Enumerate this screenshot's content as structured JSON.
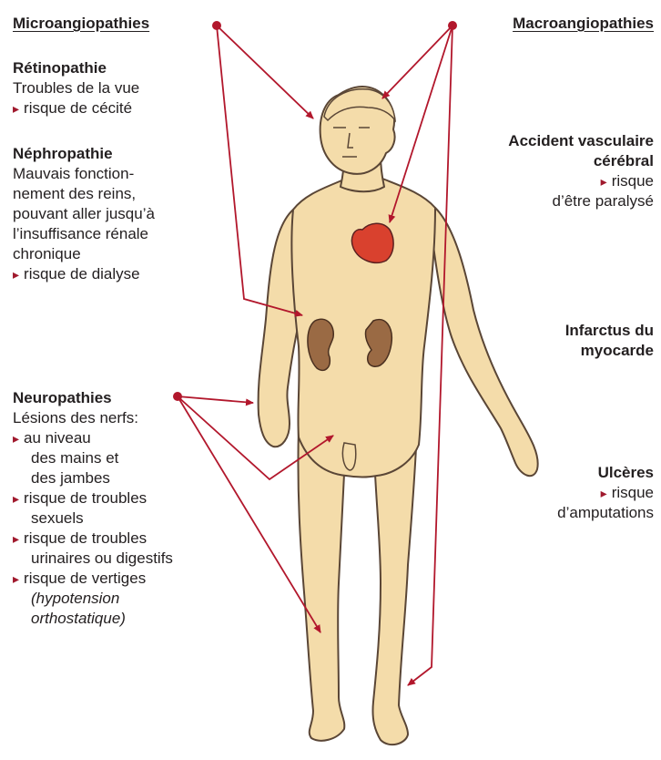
{
  "headings": {
    "micro": "Microangiopathies",
    "macro": "Macroangiopathies"
  },
  "retinopathie": {
    "title": "Rétinopathie",
    "lines": [
      "Troubles de la vue",
      "risque de cécité"
    ]
  },
  "nephropathie": {
    "title": "Néphropathie",
    "lines": [
      "Mauvais fonction-",
      "nement des reins,",
      "pouvant aller jusqu’à",
      "l’insuffisance rénale",
      "chronique",
      "risque de dialyse"
    ]
  },
  "neuropathies": {
    "title": "Neuropathies",
    "intro": "Lésions des nerfs:",
    "b1": [
      "au niveau",
      "des mains et",
      "des jambes"
    ],
    "b2": [
      "risque de troubles",
      "sexuels"
    ],
    "b3": [
      "risque de troubles",
      "urinaires ou digestifs"
    ],
    "b4": [
      "risque de vertiges",
      "(hypotension",
      "orthostatique)"
    ]
  },
  "avc": {
    "title": [
      "Accident vasculaire",
      "cérébral"
    ],
    "lines": [
      "risque",
      "d’être paralysé"
    ]
  },
  "infarctus": {
    "title": [
      "Infarctus du",
      "myocarde"
    ]
  },
  "ulceres": {
    "title": "Ulcères",
    "lines": [
      "risque",
      "d’amputations"
    ]
  },
  "colors": {
    "arrow": "#b2172c",
    "skin": "#f4dcaa",
    "skin_outline": "#5a4636",
    "heart": "#d9412e",
    "kidney": "#9a6a44"
  }
}
